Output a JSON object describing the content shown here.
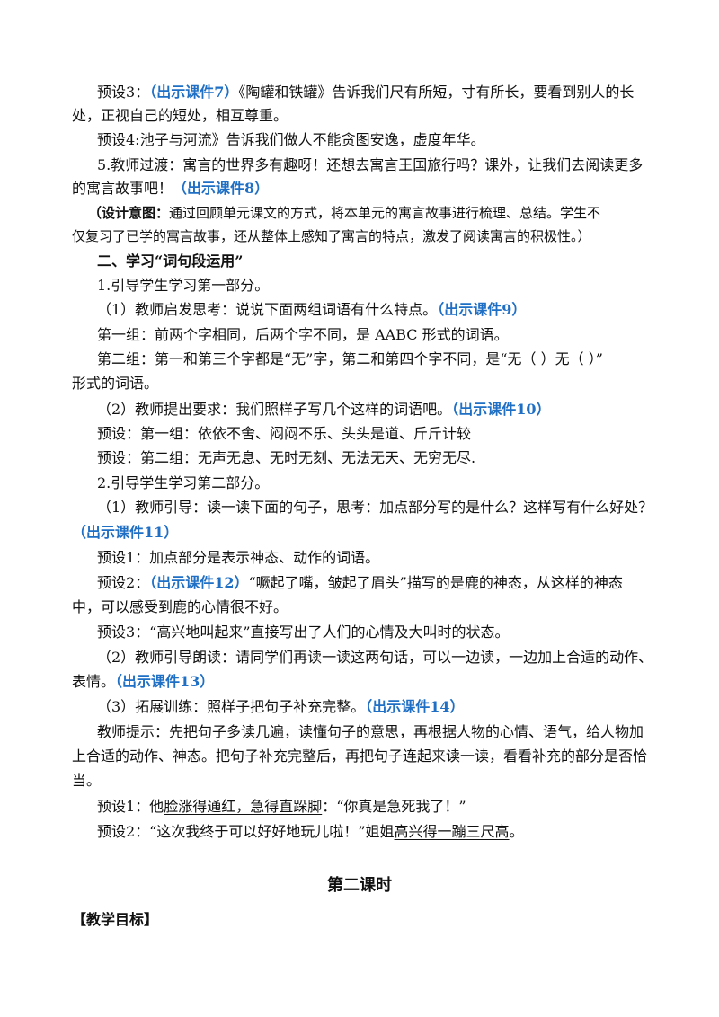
{
  "lines": {
    "l1": {
      "a": "预设3：",
      "link": "（出示课件7）",
      "b": "《陶罐和铁罐》告诉我们尺有所短，寸有所长，要看到别人的长"
    },
    "l2": "处，正视自己的短处，相互尊重。",
    "l3": "预设4:池子与河流》告诉我们做人不能贪图安逸，虚度年华。",
    "l4": "5.教师过渡：寓言的世界多有趣呀！还想去寓言王国旅行吗？课外，让我们去阅读更多",
    "l5": {
      "a": "的寓言故事吧！",
      "link": "（出示课件8）"
    },
    "l6": {
      "lead": "（设计意图：",
      "b": "通过回顾单元课文的方式，将本单元的寓言故事进行梳理、总结。学生不"
    },
    "l7": "仅复习了已学的寓言故事，还从整体上感知了寓言的特点，激发了阅读寓言的积极性。）",
    "l8": "二、学习“词句段运用”",
    "l9": "1.引导学生学习第一部分。",
    "l10": {
      "a": "（1）教师启发思考：说说下面两组词语有什么特点。",
      "link": "（出示课件9）"
    },
    "l11": "第一组：前两个字相同，后两个字不同，是 AABC 形式的词语。",
    "l12": "第二组：第一和第三个字都是“无”字，第二和第四个字不同，是“无（ ）无（ ）”",
    "l13": "形式的词语。",
    "l14": {
      "a": "（2）教师提出要求：我们照样子写几个这样的词语吧。",
      "link": "（出示课件10）"
    },
    "l15": "预设：第一组：依依不舍、闷闷不乐、头头是道、斤斤计较",
    "l16": "预设：第二组：无声无息、无时无刻、无法无天、无穷无尽.",
    "l17": "2.引导学生学习第二部分。",
    "l18": "（1）教师引导：读一读下面的句子，思考：加点部分写的是什么？这样写有什么好处？",
    "l19": {
      "link": "（出示课件11）"
    },
    "l20": "预设1：加点部分是表示神态、动作的词语。",
    "l21": {
      "a": "预设2：",
      "link": "（出示课件12）",
      "b": "“噘起了嘴，皱起了眉头”描写的是鹿的神态，从这样的神态"
    },
    "l22": "中，可以感受到鹿的心情很不好。",
    "l23": "预设3：“高兴地叫起来”直接写出了人们的心情及大叫时的状态。",
    "l24": "（2）教师引导朗读：请同学们再读一读这两句话，可以一边读，一边加上合适的动作、",
    "l25": {
      "a": "表情。",
      "link": "（出示课件13）"
    },
    "l26": {
      "a": "（3）拓展训练：照样子把句子补充完整。",
      "link": "（出示课件14）"
    },
    "l27": "教师提示：先把句子多读几遍，读懂句子的意思，再根据人物的心情、语气，给人物加",
    "l28": "上合适的动作、神态。把句子补充完整后，再把句子连起来读一读，看看补充的部分是否恰",
    "l29": "当。",
    "l30": {
      "a": "预设1：他",
      "u": "脸涨得通红，急得直跺脚",
      "b": "：“你真是急死我了！”"
    },
    "l31": {
      "a": "预设2：“这次我终于可以好好地玩儿啦！”姐姐",
      "u": "高兴得一蹦三尺高",
      "b": "。"
    }
  },
  "section_title": "第二课时",
  "subheading": "【教学目标】",
  "colors": {
    "link": "#1f6fc5",
    "text": "#111111"
  }
}
